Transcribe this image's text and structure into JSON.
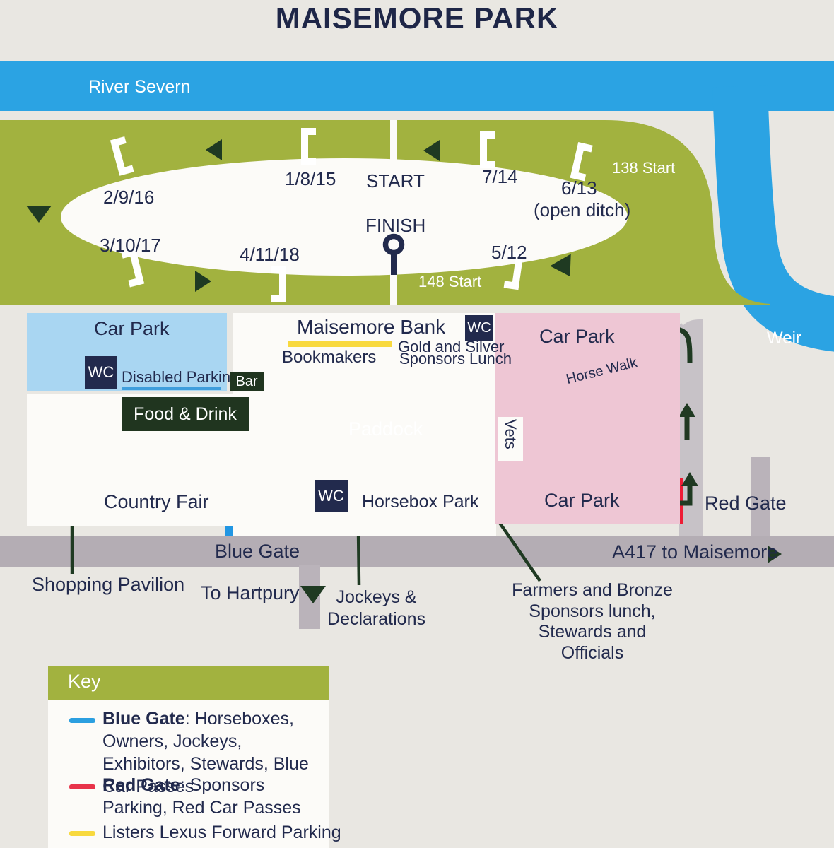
{
  "title": "MAISEMORE PARK",
  "colors": {
    "river_blue": "#2ba3e3",
    "track_green": "#a2b23f",
    "dark_green": "#20351f",
    "navy": "#222a4d",
    "car_park_blue": "#a9d6f2",
    "car_park_pink": "#eec6d4",
    "gate_red": "#ee1c35",
    "sponsor_yellow": "#f8d93e",
    "road_gray": "#b4adb4"
  },
  "river": {
    "label": "River Severn",
    "weir": "Weir"
  },
  "track": {
    "start": "START",
    "finish": "FINISH",
    "start_138": "138 Start",
    "start_148": "148 Start",
    "fence_labels": {
      "f1815": "1/8/15",
      "f2916": "2/9/16",
      "f31017": "3/10/17",
      "f41118": "4/11/18",
      "f512": "5/12",
      "f613": "6/13",
      "f613_note": "(open ditch)",
      "f714": "7/14"
    }
  },
  "labels": {
    "car_park_nw": "Car Park",
    "wc": "WC",
    "disabled_parking": "Disabled Parking",
    "bar": "Bar",
    "maisemore_bank": "Maisemore Bank",
    "bookmakers": "Bookmakers",
    "gold_silver_1": "Gold and Silver",
    "gold_silver_2": "Sponsors Lunch",
    "car_park_e": "Car Park",
    "horse_walk": "Horse Walk",
    "food_drink": "Food & Drink",
    "paddock": "Paddock",
    "vets": "Vets",
    "country_fair": "Country Fair",
    "horsebox_park": "Horsebox Park",
    "car_park_se": "Car Park",
    "red_gate": "Red Gate",
    "shopping_pavilion": "Shopping Pavilion",
    "blue_gate": "Blue Gate",
    "to_hartpury": "To Hartpury",
    "jockeys_1": "Jockeys &",
    "jockeys_2": "Declarations",
    "farmers_1": "Farmers and Bronze",
    "farmers_2": "Sponsors lunch,",
    "farmers_3": "Stewards and Officials",
    "a417": "A417 to Maisemore"
  },
  "key": {
    "header": "Key",
    "entries": [
      {
        "color": "#2b9fe0",
        "bold": "Blue Gate",
        "rest": ": Horseboxes, Owners, Jockeys, Exhibitors, Stewards, Blue Car Passes"
      },
      {
        "color": "#e8334a",
        "bold": "Red Gate",
        "rest": ": Sponsors Parking, Red Car Passes"
      },
      {
        "color": "#f8d93e",
        "bold": "",
        "rest": "Listers Lexus Forward Parking"
      }
    ]
  }
}
